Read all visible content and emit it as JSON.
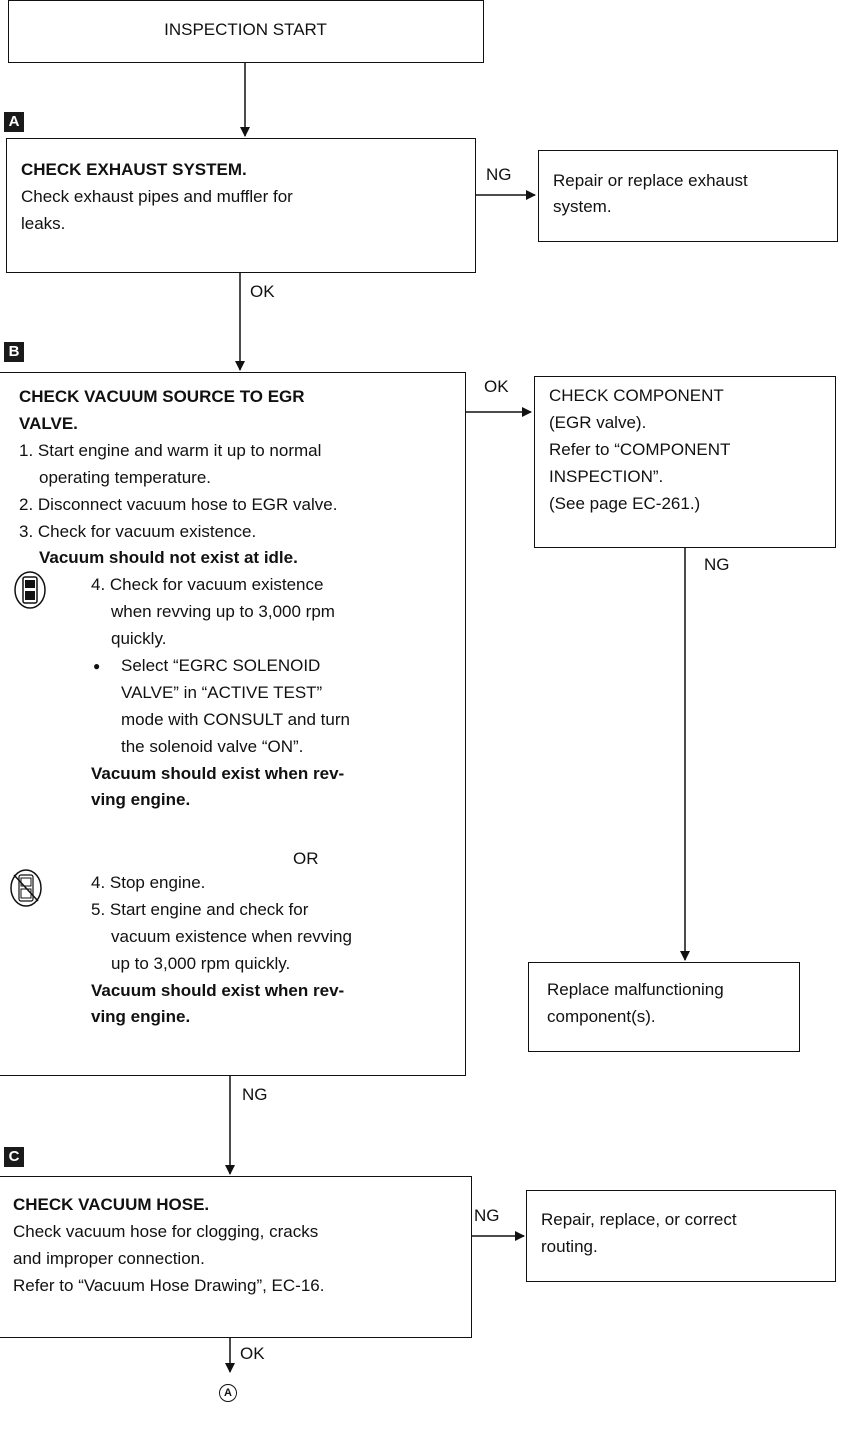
{
  "start": "INSPECTION START",
  "steps": {
    "a": {
      "marker": "A",
      "title": "CHECK EXHAUST SYSTEM.",
      "lines": [
        "Check exhaust pipes and muffler for",
        "leaks."
      ],
      "ng_label": "NG",
      "ok_label": "OK",
      "ng_action": [
        "Repair or replace exhaust",
        "system."
      ]
    },
    "b": {
      "marker": "B",
      "title": [
        "CHECK VACUUM SOURCE TO EGR",
        "VALVE."
      ],
      "items": [
        "1. Start engine and warm it up to normal",
        "operating temperature.",
        "2. Disconnect vacuum hose to EGR valve.",
        "3. Check for vacuum existence."
      ],
      "note_idle": "Vacuum should not exist at idle.",
      "consult_items": [
        "4. Check for vacuum existence",
        "when revving up to 3,000 rpm",
        "quickly."
      ],
      "bullet": "●",
      "bullet_lines": [
        "Select “EGRC SOLENOID",
        "VALVE” in “ACTIVE TEST”",
        "mode with CONSULT and turn",
        "the solenoid valve “ON”."
      ],
      "note_rev_1": [
        "Vacuum should exist when rev-",
        "ving engine."
      ],
      "or_label": "OR",
      "no_consult_items": [
        "4. Stop engine.",
        "5. Start engine and check for",
        "vacuum existence when revving",
        "up to 3,000 rpm quickly."
      ],
      "note_rev_2": [
        "Vacuum should exist when rev-",
        "ving engine."
      ],
      "ok_label": "OK",
      "ng_label": "NG",
      "component_check": [
        "CHECK COMPONENT",
        "(EGR valve).",
        "Refer to “COMPONENT",
        "INSPECTION”.",
        "(See page EC-261.)"
      ],
      "component_ng_label": "NG",
      "replace_action": [
        "Replace malfunctioning",
        "component(s)."
      ]
    },
    "c": {
      "marker": "C",
      "title": "CHECK VACUUM HOSE.",
      "lines": [
        "Check vacuum hose for clogging, cracks",
        "and improper connection.",
        "Refer to “Vacuum Hose Drawing”, EC-16."
      ],
      "ng_label": "NG",
      "ok_label": "OK",
      "ng_action": [
        "Repair, replace, or correct",
        "routing."
      ],
      "connector": "A"
    }
  }
}
